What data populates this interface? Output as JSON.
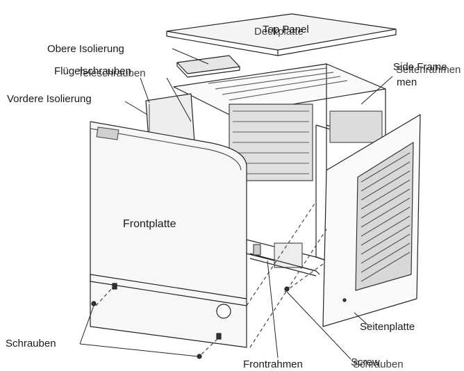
{
  "labels": {
    "top_panel_a": "Top Panel",
    "top_panel_b": "Deckplatte",
    "top_insulation": "Obere Isolierung",
    "wing_screws_a": "Flügelschrauben",
    "wing_screws_b": "Teleschrauben",
    "front_insulation": "Vordere Isolierung",
    "side_frame_a": "Side Frame",
    "side_frame_b": "Seitenrahmen",
    "side_frame_b2": "men",
    "front_panel": "Frontplatte",
    "screws_left": "Schrauben",
    "front_frame": "Frontrahmen",
    "screws_right_a": "Screw",
    "screws_right_b": "Schrauben",
    "side_panel": "Seitenplatte"
  }
}
